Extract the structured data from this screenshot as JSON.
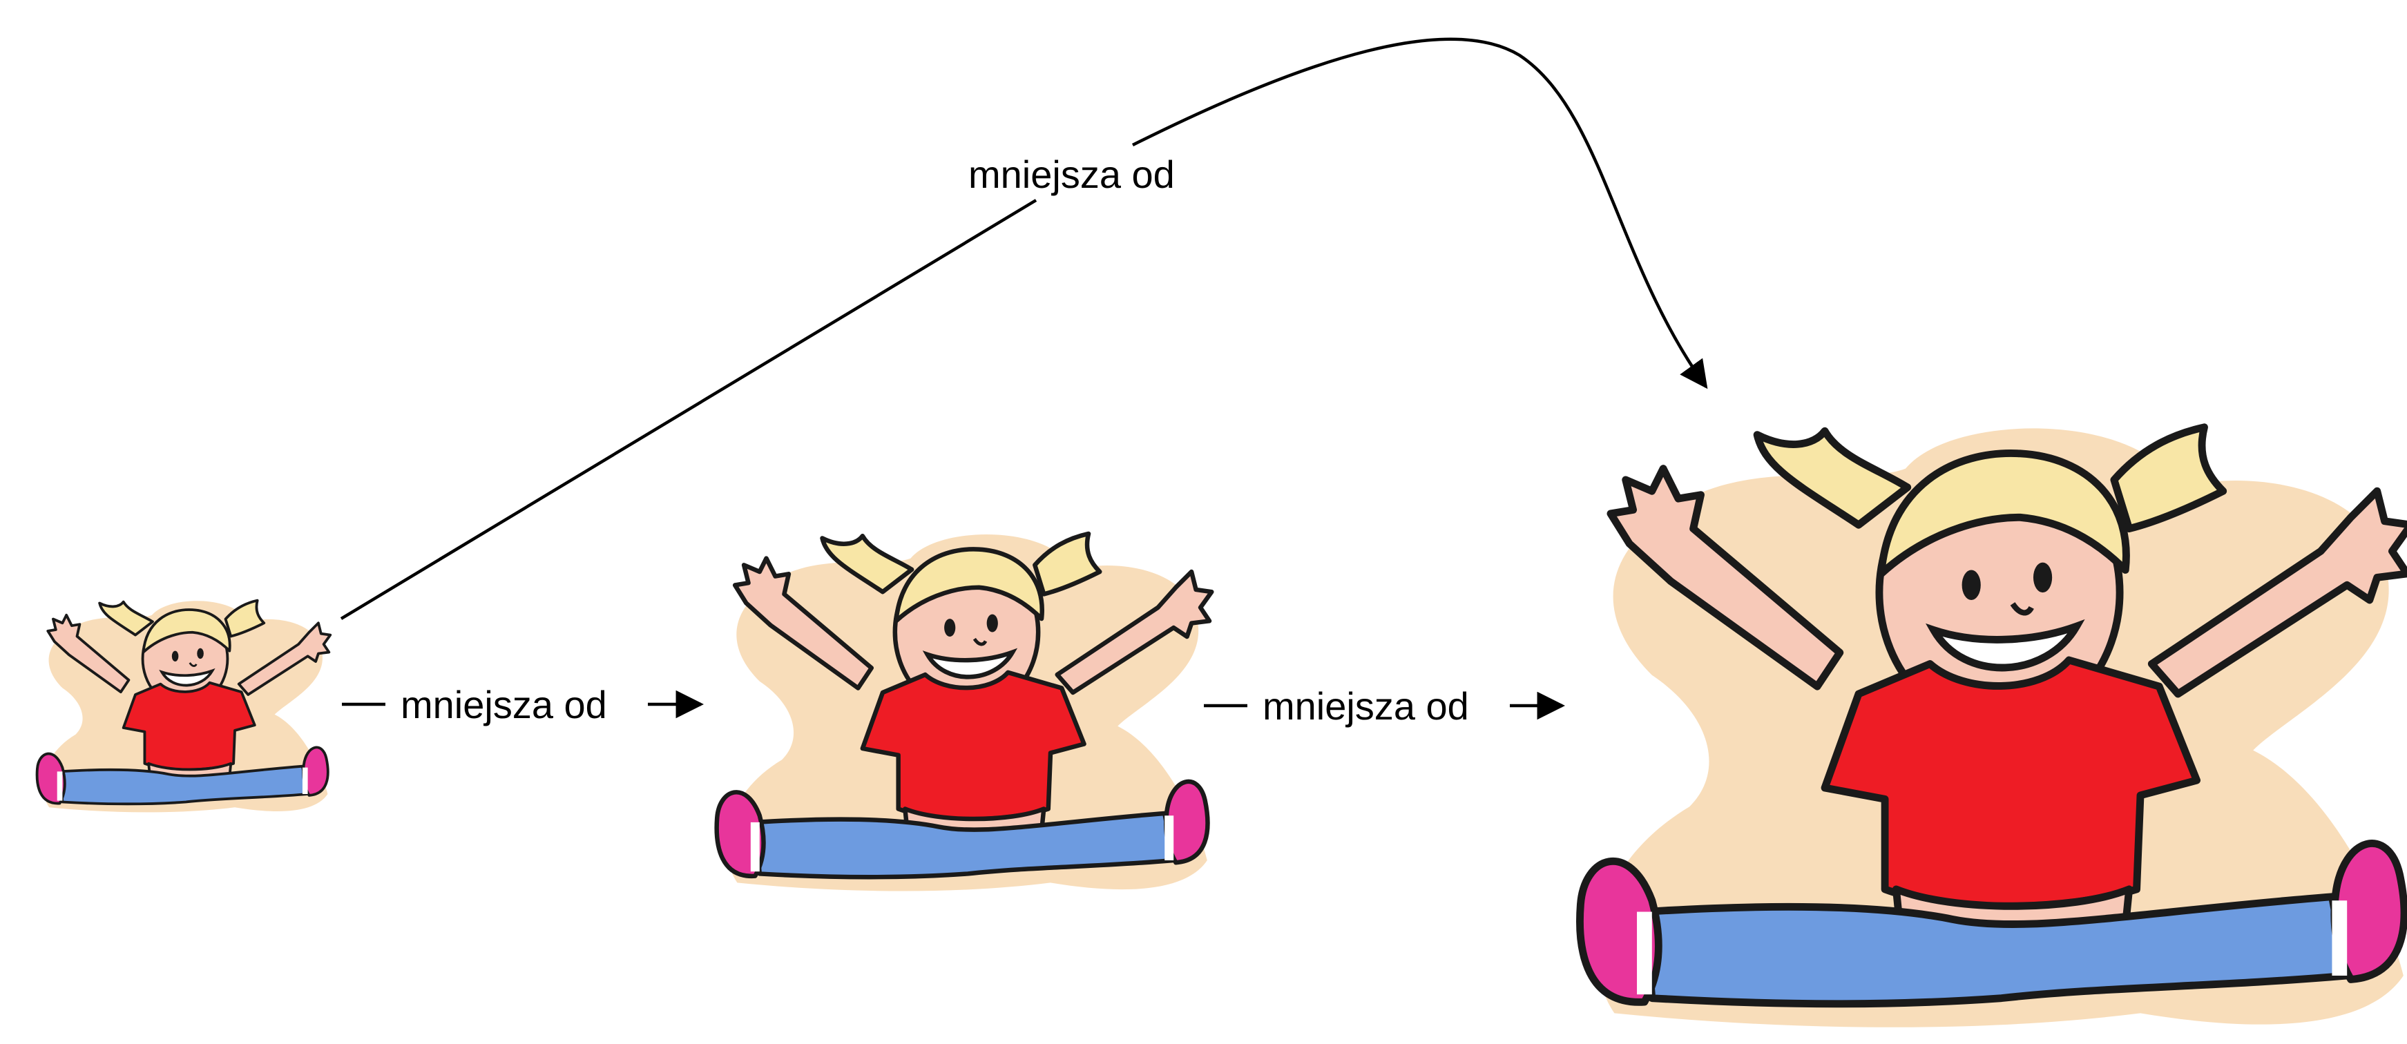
{
  "relations": [
    {
      "from": "small",
      "to": "medium",
      "label": "mniejsza od"
    },
    {
      "from": "medium",
      "to": "large",
      "label": "mniejsza od"
    },
    {
      "from": "small",
      "to": "large",
      "label": "mniejsza od"
    }
  ],
  "figures": [
    {
      "id": "small",
      "icon": "jumping-girl-icon",
      "relative_size": 1
    },
    {
      "id": "medium",
      "icon": "jumping-girl-icon",
      "relative_size": 1.7
    },
    {
      "id": "large",
      "icon": "jumping-girl-icon",
      "relative_size": 2.7
    }
  ],
  "colors": {
    "shirt": "#ee1c25",
    "pants": "#6d9be0",
    "shoes": "#e8359b",
    "skin": "#f7c9b8",
    "hair": "#f8e6a6",
    "halo": "#f7d9b3",
    "line": "#000000"
  }
}
